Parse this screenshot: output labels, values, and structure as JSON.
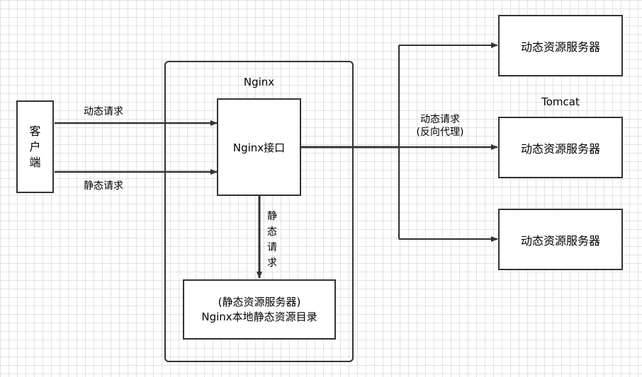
{
  "client": {
    "label_lines": [
      "客",
      "户",
      "端"
    ]
  },
  "nginx": {
    "title": "Nginx",
    "interface_label": "Nginx接口",
    "static_box": {
      "line1": "(静态资源服务器)",
      "line2": "Nginx本地静态资源目录"
    }
  },
  "edges": {
    "dynamic_request": "动态请求",
    "static_request": "静态请求",
    "static_request_vertical": [
      "静",
      "态",
      "请",
      "求"
    ],
    "reverse_proxy_line1": "动态请求",
    "reverse_proxy_line2": "(反向代理)"
  },
  "servers": {
    "group_label": "Tomcat",
    "items": [
      {
        "label": "动态资源服务器"
      },
      {
        "label": "动态资源服务器"
      },
      {
        "label": "动态资源服务器"
      }
    ]
  },
  "colors": {
    "line": "#333333",
    "grid": "#e2e2e2"
  }
}
